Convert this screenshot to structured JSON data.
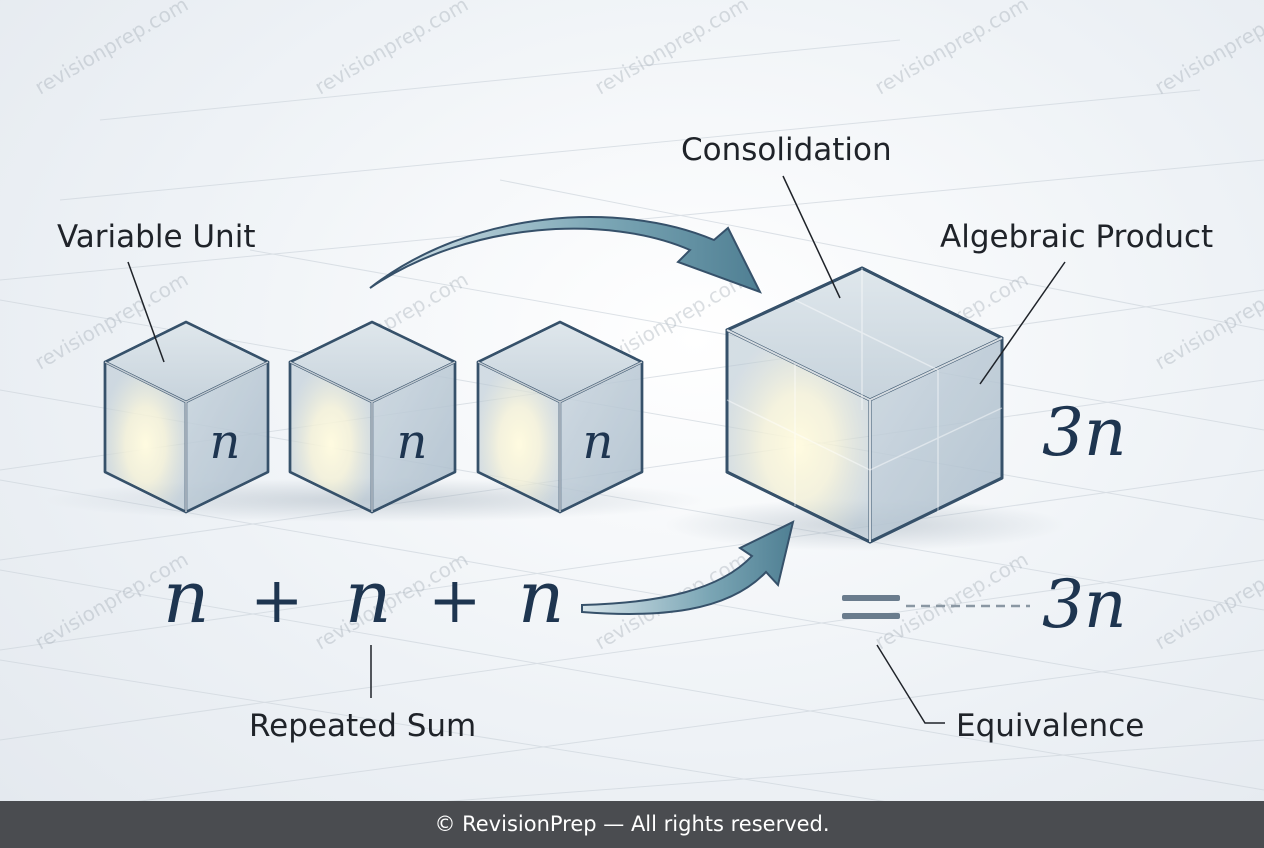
{
  "labels": {
    "variable_unit": "Variable Unit",
    "consolidation": "Consolidation",
    "algebraic_product": "Algebraic Product",
    "repeated_sum": "Repeated Sum",
    "equivalence": "Equivalence"
  },
  "cubes": {
    "unit_variable": "n",
    "product_coefficient_term": "3n"
  },
  "expression": {
    "term": "n",
    "operator": "+"
  },
  "result": "3n",
  "watermark": "revisionprep.com",
  "footer": "© RevisionPrep — All rights reserved.",
  "colors": {
    "ink": "#1e3550",
    "arrow": "#5f8ea0",
    "cube_edge": "#36516a",
    "footer_bg": "#4a4c50"
  }
}
